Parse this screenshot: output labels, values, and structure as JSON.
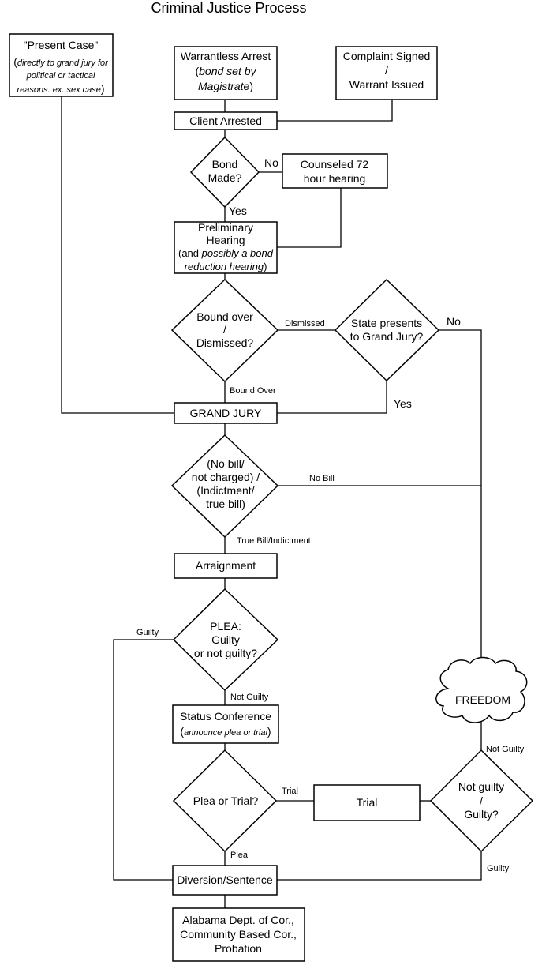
{
  "title": "Criminal Justice Process",
  "nodes": {
    "present_case": {
      "line1": "\"Present Case\"",
      "line2": "directly to grand jury for",
      "line3": "political or tactical",
      "line4": "reasons. ex. sex case",
      "paren_open": "(",
      "paren_close": ")"
    },
    "warrantless_arrest": {
      "line1": "Warrantless Arrest",
      "line2": "bond set by",
      "line3": "Magistrate",
      "paren_open": "(",
      "paren_close": ")"
    },
    "complaint_signed": {
      "line1": "Complaint Signed",
      "line2": "/",
      "line3": "Warrant Issued"
    },
    "client_arrested": {
      "label": "Client Arrested"
    },
    "bond_made": {
      "line1": "Bond",
      "line2": "Made?"
    },
    "counseled_hearing": {
      "line1": "Counseled 72",
      "line2": "hour hearing"
    },
    "preliminary_hearing": {
      "line1": "Preliminary",
      "line2": "Hearing",
      "line3_prefix": "(and ",
      "line3_italic": "possibly a bond",
      "line4": "reduction hearing",
      "paren_close": ")"
    },
    "bound_over_decision": {
      "line1": "Bound over",
      "line2": "/",
      "line3": "Dismissed?"
    },
    "state_presents": {
      "line1": "State presents",
      "line2": "to Grand Jury?"
    },
    "grand_jury": {
      "label": "GRAND JURY"
    },
    "no_bill_decision": {
      "line1": "(No bill/",
      "line2": "not charged) /",
      "line3": "(Indictment/",
      "line4": "true bill)"
    },
    "arraignment": {
      "label": "Arraignment"
    },
    "plea_decision": {
      "line1": "PLEA:",
      "line2": "Guilty",
      "line3": "or not guilty?"
    },
    "freedom": {
      "label": "FREEDOM"
    },
    "status_conference": {
      "line1": "Status Conference",
      "line2": "announce plea or trial",
      "paren_open": "(",
      "paren_close": ")"
    },
    "plea_or_trial": {
      "label": "Plea or Trial?"
    },
    "trial": {
      "label": "Trial"
    },
    "verdict_decision": {
      "line1": "Not guilty",
      "line2": "/",
      "line3": "Guilty?"
    },
    "diversion_sentence": {
      "label": "Diversion/Sentence"
    },
    "alabama_dept": {
      "line1": "Alabama Dept. of Cor.,",
      "line2": "Community Based Cor.,",
      "line3": "Probation"
    }
  },
  "edge_labels": {
    "no": "No",
    "yes": "Yes",
    "dismissed": "Dismissed",
    "state_no": "No",
    "bound_over": "Bound Over",
    "state_yes": "Yes",
    "no_bill": "No Bill",
    "true_bill": "True Bill/Indictment",
    "guilty_plea": "Guilty",
    "not_guilty_plea": "Not Guilty",
    "trial": "Trial",
    "plea": "Plea",
    "not_guilty_verdict": "Not Guilty",
    "guilty_verdict": "Guilty"
  }
}
